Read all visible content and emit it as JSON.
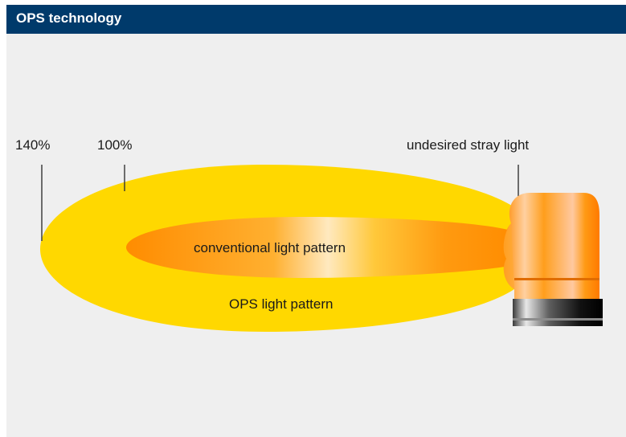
{
  "header": {
    "title": "OPS technology"
  },
  "labels": {
    "pct_140": "140%",
    "pct_100": "100%",
    "stray_light": "undesired stray light",
    "conventional": "conventional light pattern",
    "ops": "OPS light pattern"
  },
  "colors": {
    "header_bg": "#003a6b",
    "ops_pattern": "#ffd800",
    "conventional_pattern": "#ff9200",
    "beacon_orange": "#ff9a14",
    "background": "#efefef"
  }
}
